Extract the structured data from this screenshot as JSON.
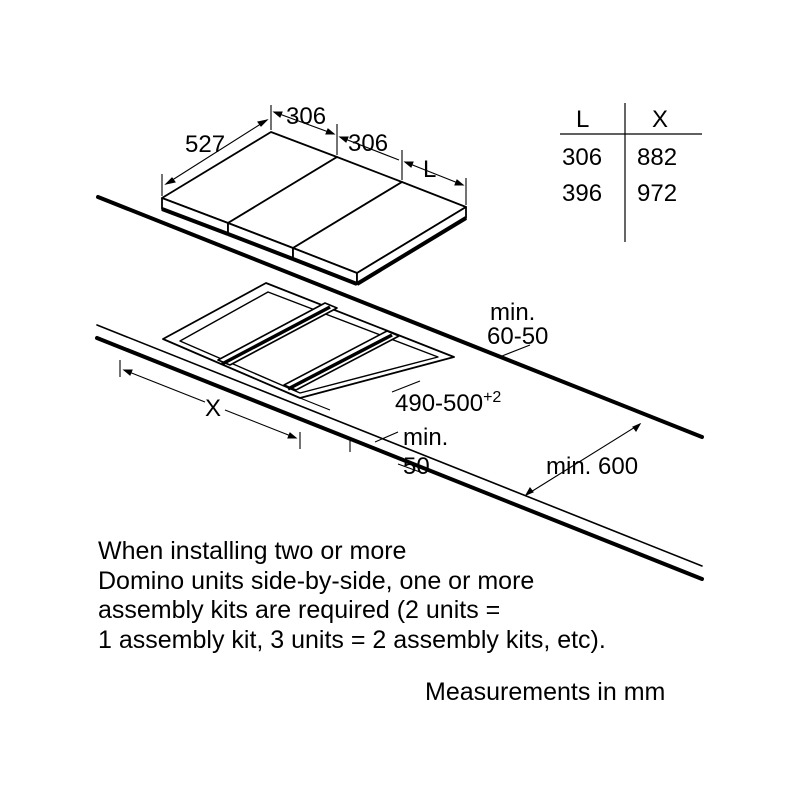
{
  "dimensions": {
    "depth": "527",
    "width_first": "306",
    "width_second": "306",
    "width_last": "L",
    "worktop_clearance_top": "min.",
    "worktop_clearance_value": "60-50",
    "cutout_depth": "490-500",
    "cutout_depth_tolerance": "+2",
    "cutout_width": "X",
    "front_clearance_top": "min.",
    "front_clearance_value": "50",
    "worktop_depth": "min. 600"
  },
  "size_table": {
    "headers": [
      "L",
      "X"
    ],
    "rows": [
      [
        "306",
        "882"
      ],
      [
        "396",
        "972"
      ]
    ]
  },
  "note_lines": [
    "When installing two or more",
    "Domino units side-by-side, one or more",
    "assembly kits are required (2 units =",
    "1 assembly kit, 3 units = 2 assembly kits, etc)."
  ],
  "units_note": "Measurements in mm"
}
